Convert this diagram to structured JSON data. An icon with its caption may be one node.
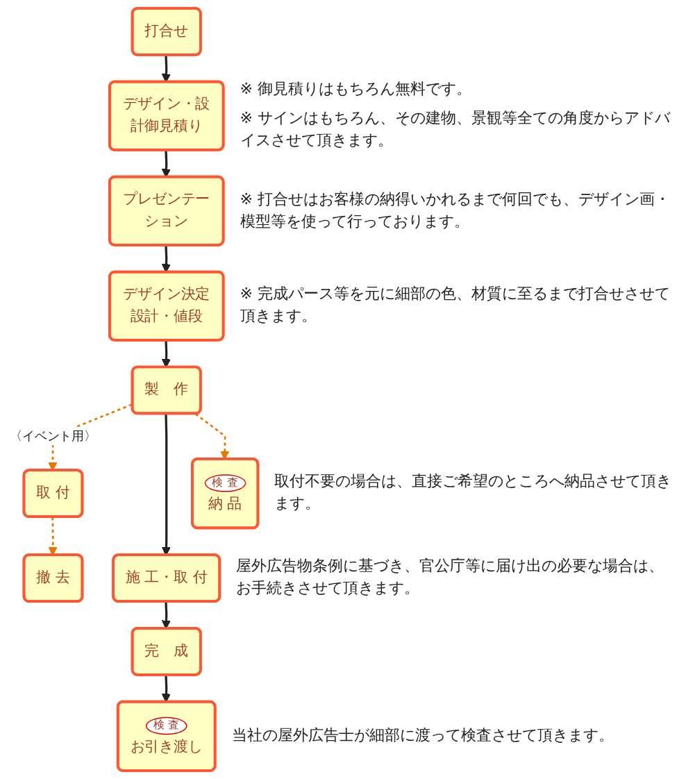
{
  "diagram": {
    "nodes": [
      {
        "text": [
          "打合せ"
        ]
      },
      {
        "text": [
          "デザイン・設計御見積り"
        ],
        "beside": [
          "※ 御見積りはもちろん無料です。",
          "※ サインはもちろん、その建物、景観等全ての角度からアドバイスさせて頂きます。"
        ]
      },
      {
        "text": [
          "プレゼンテーション"
        ],
        "beside": [
          "※ 打合せはお客様の納得いかれるまで何回でも、デザイン画・模型等を使って行っております。"
        ]
      },
      {
        "text": [
          "デザイン決定設計・値段"
        ],
        "beside": [
          "※ 完成パース等を元に細部の色、材質に至るまで打合せさせて頂きます。"
        ]
      },
      {
        "text": [
          "製　作"
        ]
      },
      {
        "text": [
          "検 査",
          "納 品"
        ],
        "beside": [
          "取付不要の場合は、直接ご希望のところへ納品させて頂きます。"
        ]
      },
      {
        "text": [
          "取 付"
        ]
      },
      {
        "text": [
          "施 工・取 付"
        ],
        "beside": [
          "屋外広告物条例に基づき、官公庁等に届け出の必要な場合は、お手続きさせて頂きます。"
        ]
      },
      {
        "text": [
          "完　成"
        ]
      },
      {
        "text": [
          "撤 去"
        ]
      },
      {
        "text": [
          "検 査",
          "お引き渡し"
        ],
        "beside": [
          "当社の屋外広告士が細部に渡って検査させて頂きます。"
        ]
      }
    ],
    "edges": [
      {
        "from": 0,
        "to": 1,
        "arrow": "to"
      },
      {
        "from": 1,
        "to": 2,
        "arrow": "to"
      },
      {
        "from": 2,
        "to": 3,
        "arrow": "to"
      },
      {
        "from": 3,
        "to": 4,
        "arrow": "to"
      },
      {
        "from": 4,
        "to": 6,
        "arrow": "to",
        "label": "〈イベント用〉",
        "style": "dashed",
        "color": "#e67800"
      },
      {
        "from": 4,
        "to": 5,
        "arrow": "to",
        "style": "dashed",
        "color": "#e67800"
      },
      {
        "from": 4,
        "to": 7,
        "arrow": "to"
      },
      {
        "from": 6,
        "to": 9,
        "arrow": "to",
        "style": "dashed",
        "color": "#e67800"
      },
      {
        "from": 7,
        "to": 8,
        "arrow": "to"
      },
      {
        "from": 8,
        "to": 10,
        "arrow": "to"
      }
    ]
  }
}
